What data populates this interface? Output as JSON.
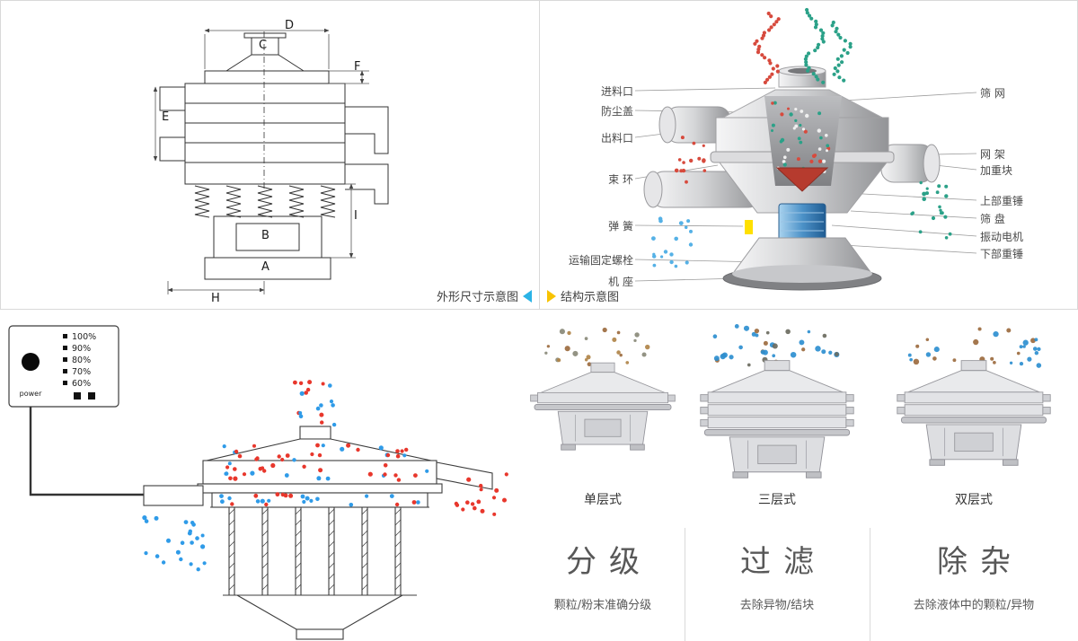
{
  "panels": {
    "dimension": {
      "caption": "外形尺寸示意图",
      "dims": {
        "D": "D",
        "C": "C",
        "F": "F",
        "E": "E",
        "B": "B",
        "A": "A",
        "H": "H",
        "I": "I"
      }
    },
    "structure": {
      "caption": "结构示意图",
      "labels_left": [
        "进料口",
        "防尘盖",
        "出料口",
        "束 环",
        "弹 簧",
        "运输固定螺栓",
        "机 座"
      ],
      "labels_right": [
        "筛 网",
        "网 架",
        "加重块",
        "上部重锤",
        "筛 盘",
        "振动电机",
        "下部重锤"
      ]
    }
  },
  "controller": {
    "power_label": "power",
    "levels": [
      "100%",
      "90%",
      "80%",
      "70%",
      "60%"
    ]
  },
  "products": {
    "types": [
      "单层式",
      "三层式",
      "双层式"
    ],
    "functions": [
      {
        "name": "分级",
        "desc": "颗粒/粉末准确分级"
      },
      {
        "name": "过滤",
        "desc": "去除异物/结块"
      },
      {
        "name": "除杂",
        "desc": "去除液体中的颗粒/异物"
      }
    ]
  }
}
